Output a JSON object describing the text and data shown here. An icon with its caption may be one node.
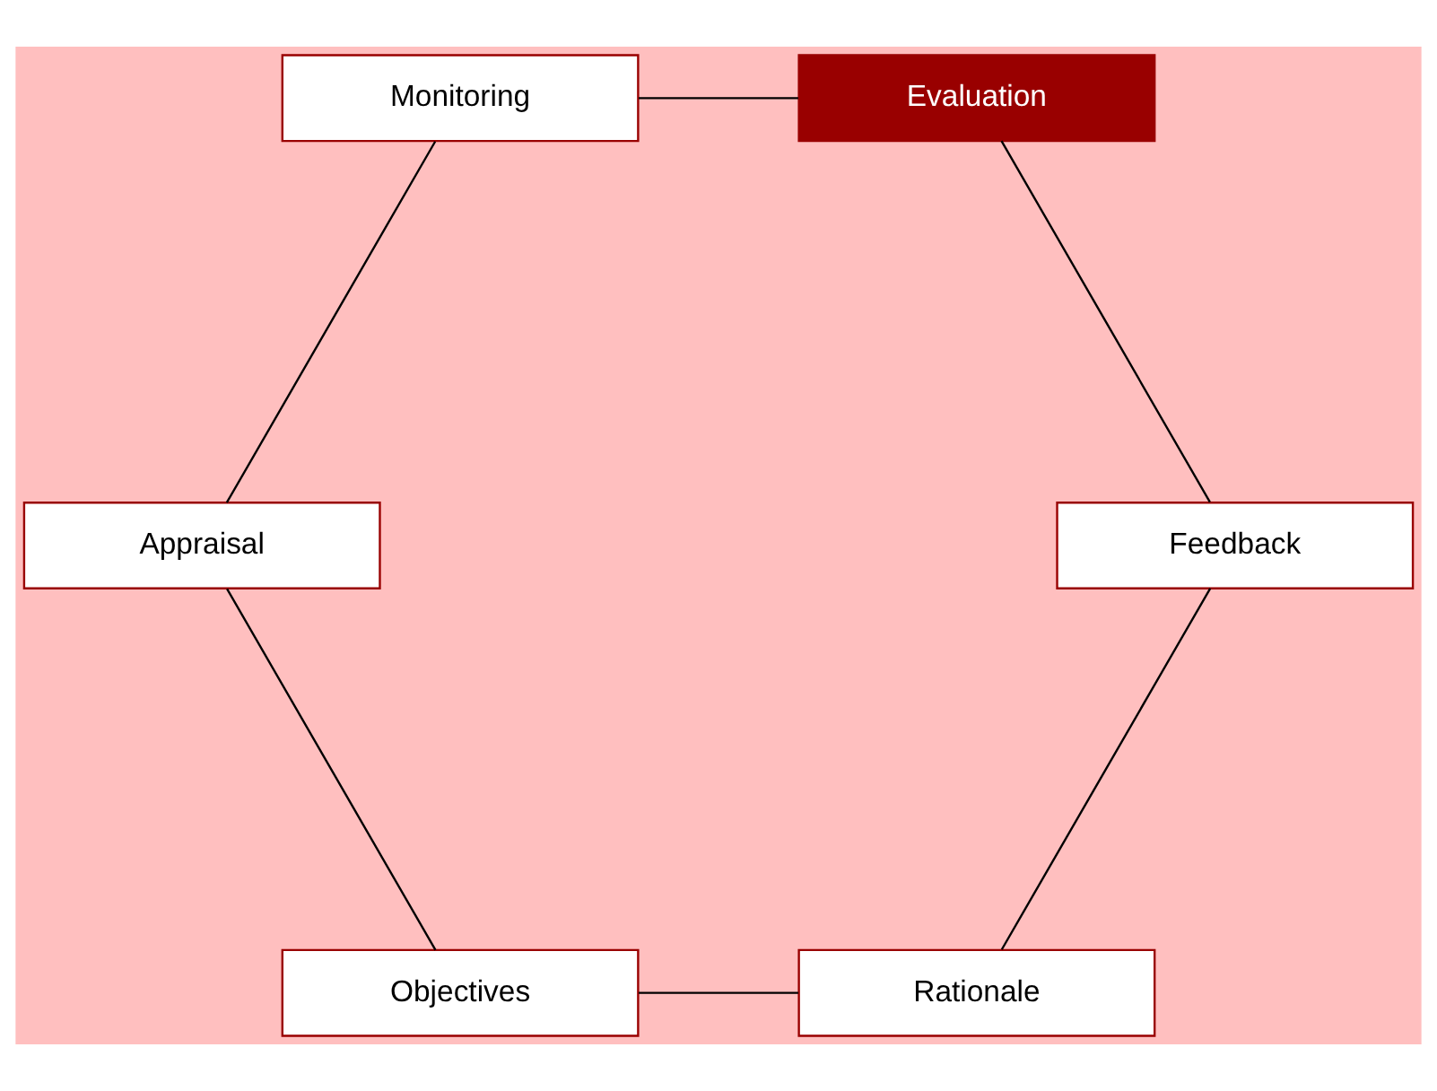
{
  "diagram": {
    "nodes": [
      {
        "text": [
          "Rationale"
        ]
      },
      {
        "text": [
          "Feedback"
        ]
      },
      {
        "text": [
          "Objectives"
        ]
      },
      {
        "text": [
          "Evaluation"
        ]
      },
      {
        "text": [
          "Appraisal"
        ]
      },
      {
        "text": [
          "Monitoring"
        ]
      }
    ],
    "edges": [
      {
        "from": 0,
        "to": 2,
        "arrow": "none"
      },
      {
        "from": 2,
        "to": 4,
        "arrow": "none"
      },
      {
        "from": 4,
        "to": 5,
        "arrow": "none"
      },
      {
        "from": 5,
        "to": 3,
        "arrow": "none"
      },
      {
        "from": 3,
        "to": 1,
        "arrow": "none"
      },
      {
        "from": 1,
        "to": 0,
        "arrow": "none"
      }
    ]
  }
}
